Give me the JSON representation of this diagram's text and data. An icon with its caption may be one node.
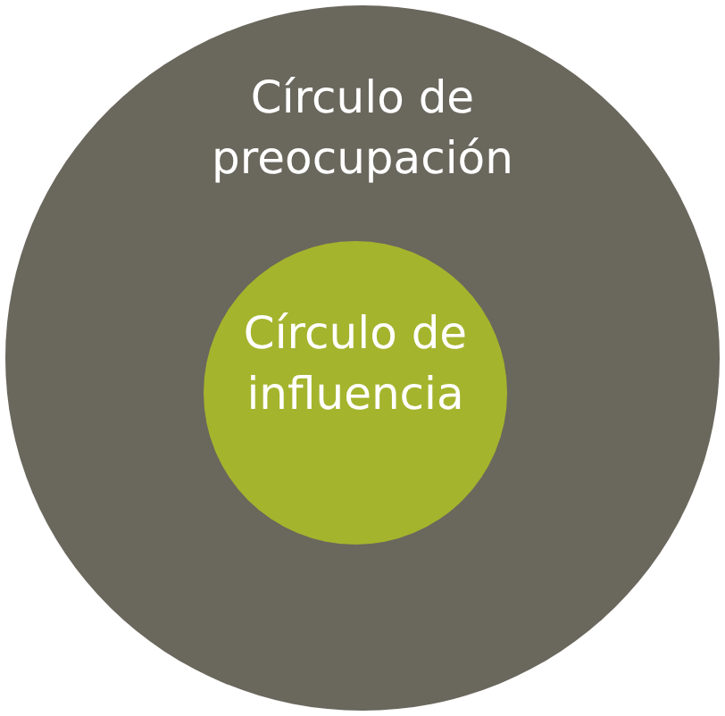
{
  "diagram": {
    "nodes": [
      {
        "text": [
          "Círculo de preocupación"
        ]
      },
      {
        "text": [
          "Círculo de influencia"
        ],
        "in": 0
      }
    ]
  }
}
